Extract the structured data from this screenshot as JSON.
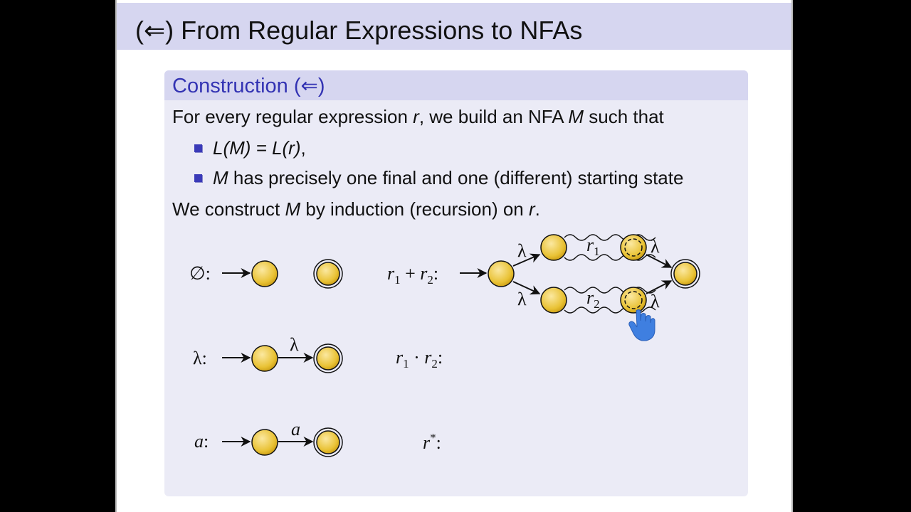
{
  "slide": {
    "title": "(⇐) From Regular Expressions to NFAs"
  },
  "block": {
    "title": "Construction (⇐)",
    "intro": {
      "pre": "For every regular expression ",
      "r": "r",
      "mid": ", we build an NFA ",
      "M": "M",
      "post": " such that"
    },
    "bullets": [
      {
        "math": "L(M) = L(r)",
        "tail": ","
      },
      {
        "var": "M",
        "text": " has precisely one final and one (different) starting state"
      }
    ],
    "closing": {
      "pre": "We construct ",
      "M": "M",
      "mid": " by induction (recursion) on ",
      "r": "r",
      "post": "."
    }
  },
  "diagram": {
    "colors": {
      "state_fill": "#e9c235",
      "state_fill_light": "#fbe8a0",
      "state_stroke": "#111111",
      "cursor": "#3f7fe0"
    },
    "cases": {
      "empty_set": {
        "label": "∅:"
      },
      "lambda": {
        "label": "λ:",
        "edge": "λ"
      },
      "symbol": {
        "var": "a",
        "colon": ":",
        "edge": "a"
      },
      "union": {
        "r1": "r",
        "sub1": "1",
        "plus": " + ",
        "r2": "r",
        "sub2": "2",
        "colon": ":",
        "edge_labels": [
          "λ",
          "λ",
          "λ",
          "λ"
        ],
        "branch_labels": [
          {
            "var": "r",
            "sub": "1"
          },
          {
            "var": "r",
            "sub": "2"
          }
        ]
      },
      "concat": {
        "r1": "r",
        "sub1": "1",
        "dot": " · ",
        "r2": "r",
        "sub2": "2",
        "colon": ":"
      },
      "star": {
        "var": "r",
        "sup": "*",
        "colon": ":"
      }
    },
    "pointer": "hand-cursor-icon"
  }
}
